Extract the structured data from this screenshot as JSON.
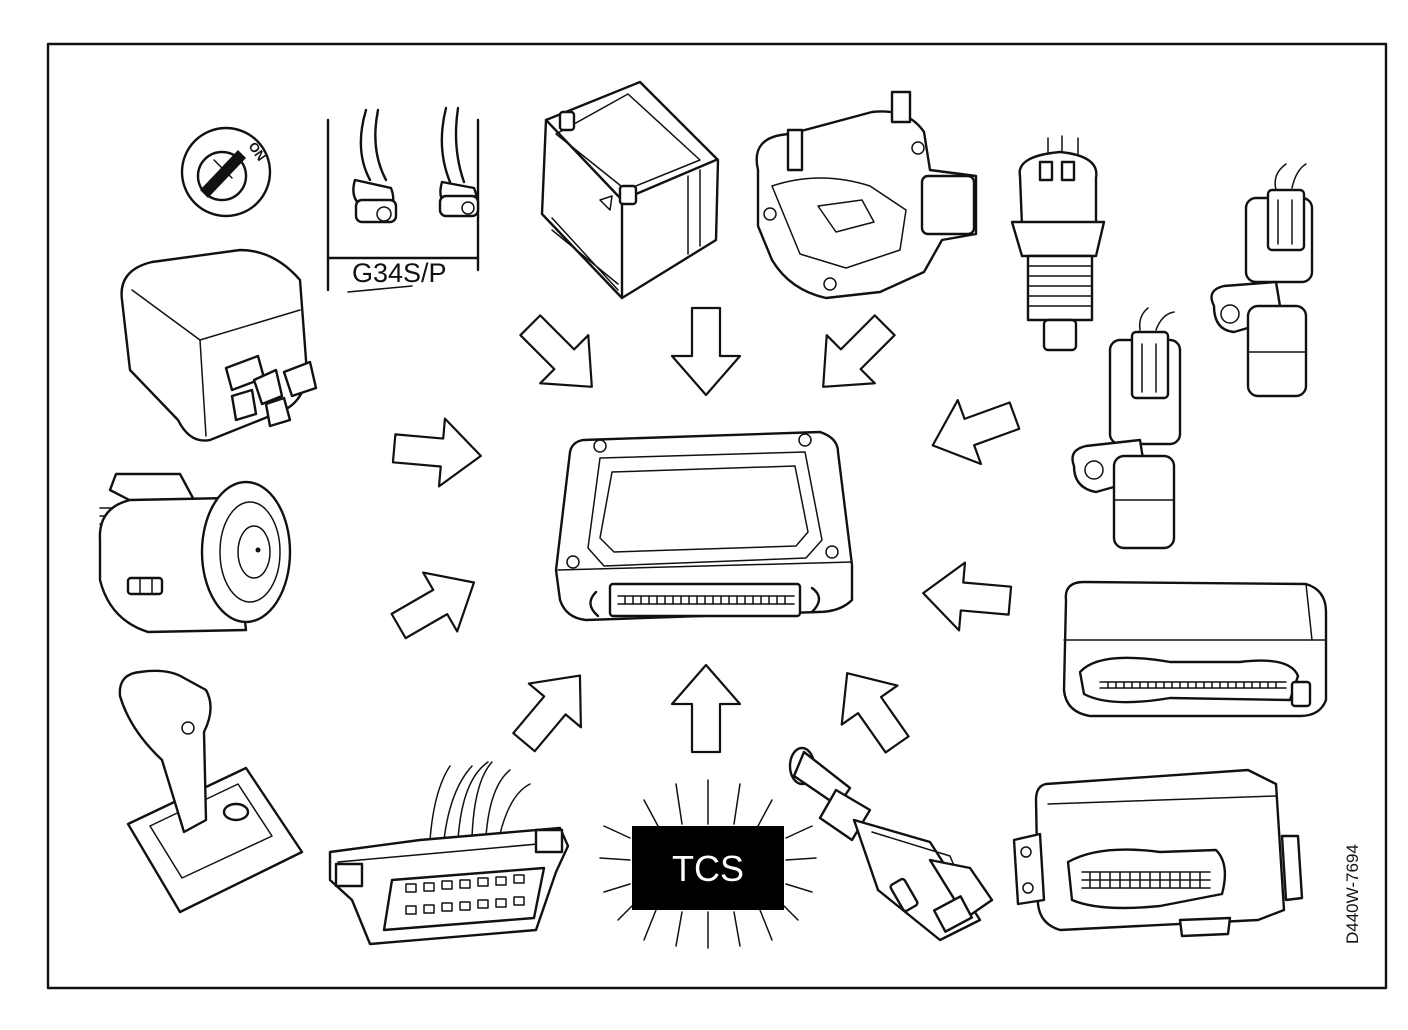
{
  "diagram": {
    "ignition_switch_label": "ON",
    "wheel_sensor_label": "G34S/P",
    "warning_lamp_label": "TCS",
    "figure_code": "D440W-7694"
  },
  "colors": {
    "ink": "#111111",
    "paper": "#ffffff",
    "lamp_fill": "#000000"
  }
}
